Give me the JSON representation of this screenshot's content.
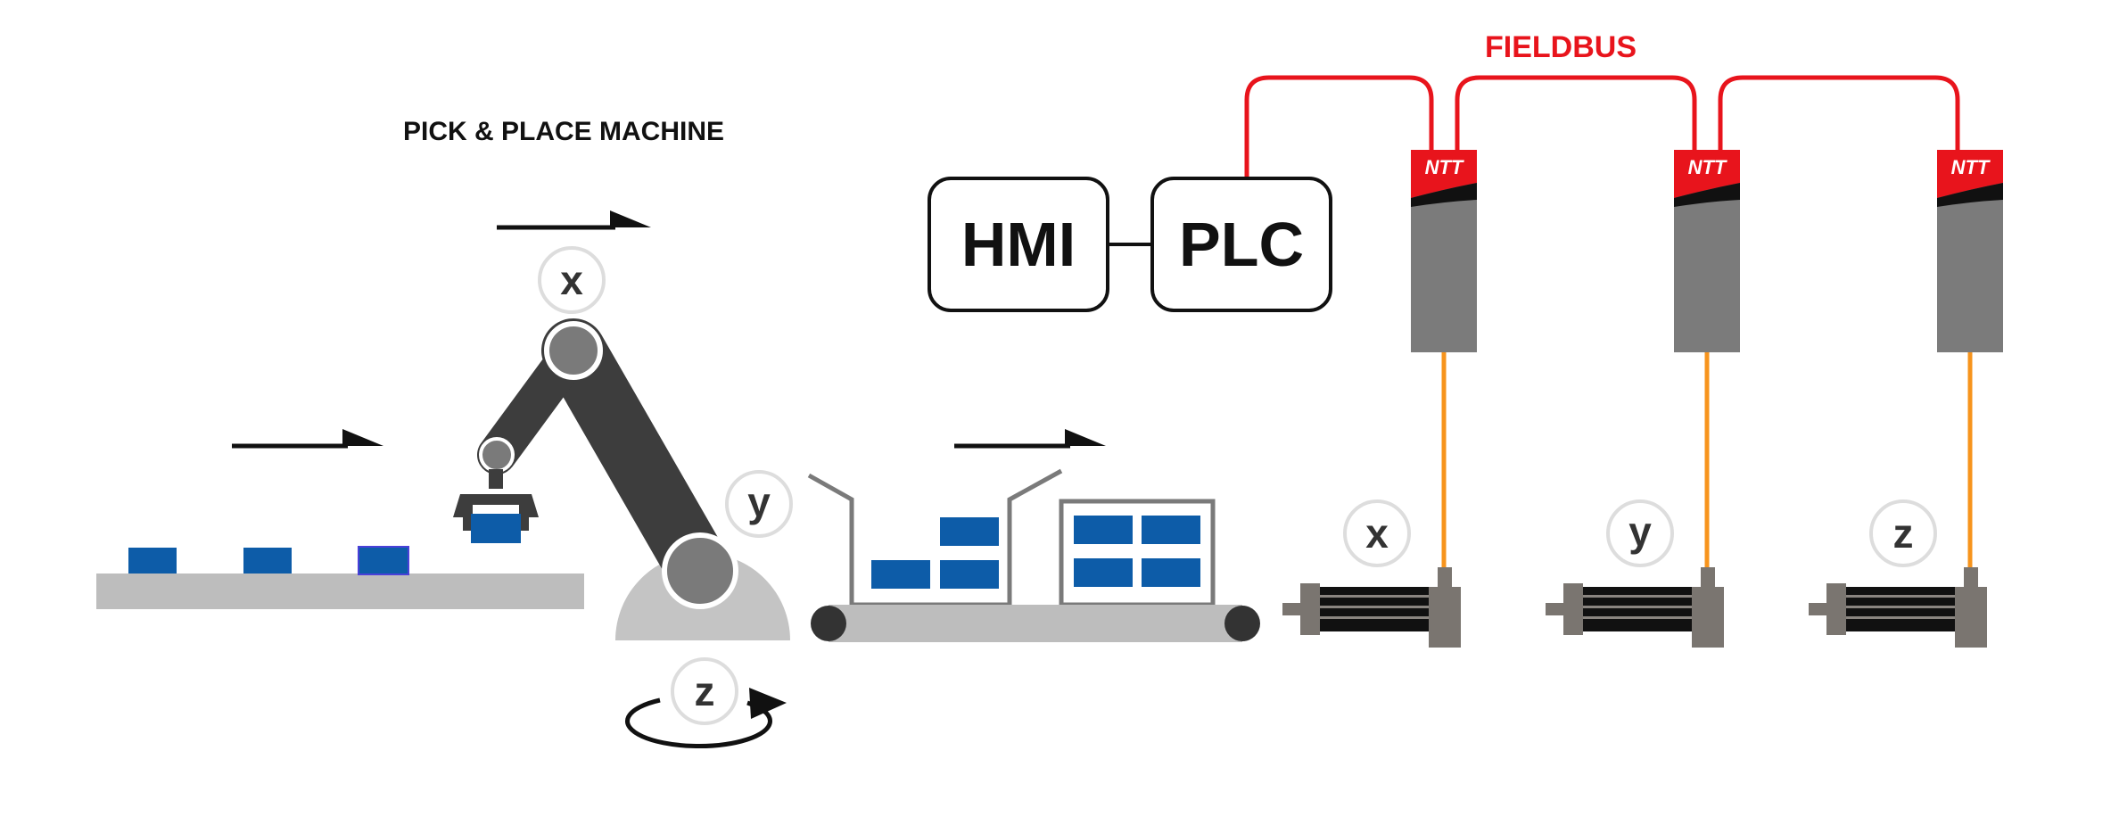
{
  "labels": {
    "machine_title": "PICK & PLACE MACHINE",
    "fieldbus": "FIELDBUS",
    "hmi": "HMI",
    "plc": "PLC"
  },
  "robot_axes": {
    "x": "x",
    "y": "y",
    "z": "z"
  },
  "drives": [
    {
      "brand": "NTT",
      "axis": "x"
    },
    {
      "brand": "NTT",
      "axis": "y"
    },
    {
      "brand": "NTT",
      "axis": "z"
    }
  ],
  "colors": {
    "fieldbus_line": "#e8141c",
    "motor_cable": "#f7941d",
    "product_blue": "#0d5ca8",
    "conveyor_grey": "#bdbdbd",
    "robot_arm": "#3d3d3d",
    "drive_body": "#7b7b7b",
    "drive_brand": "#e8141c"
  }
}
